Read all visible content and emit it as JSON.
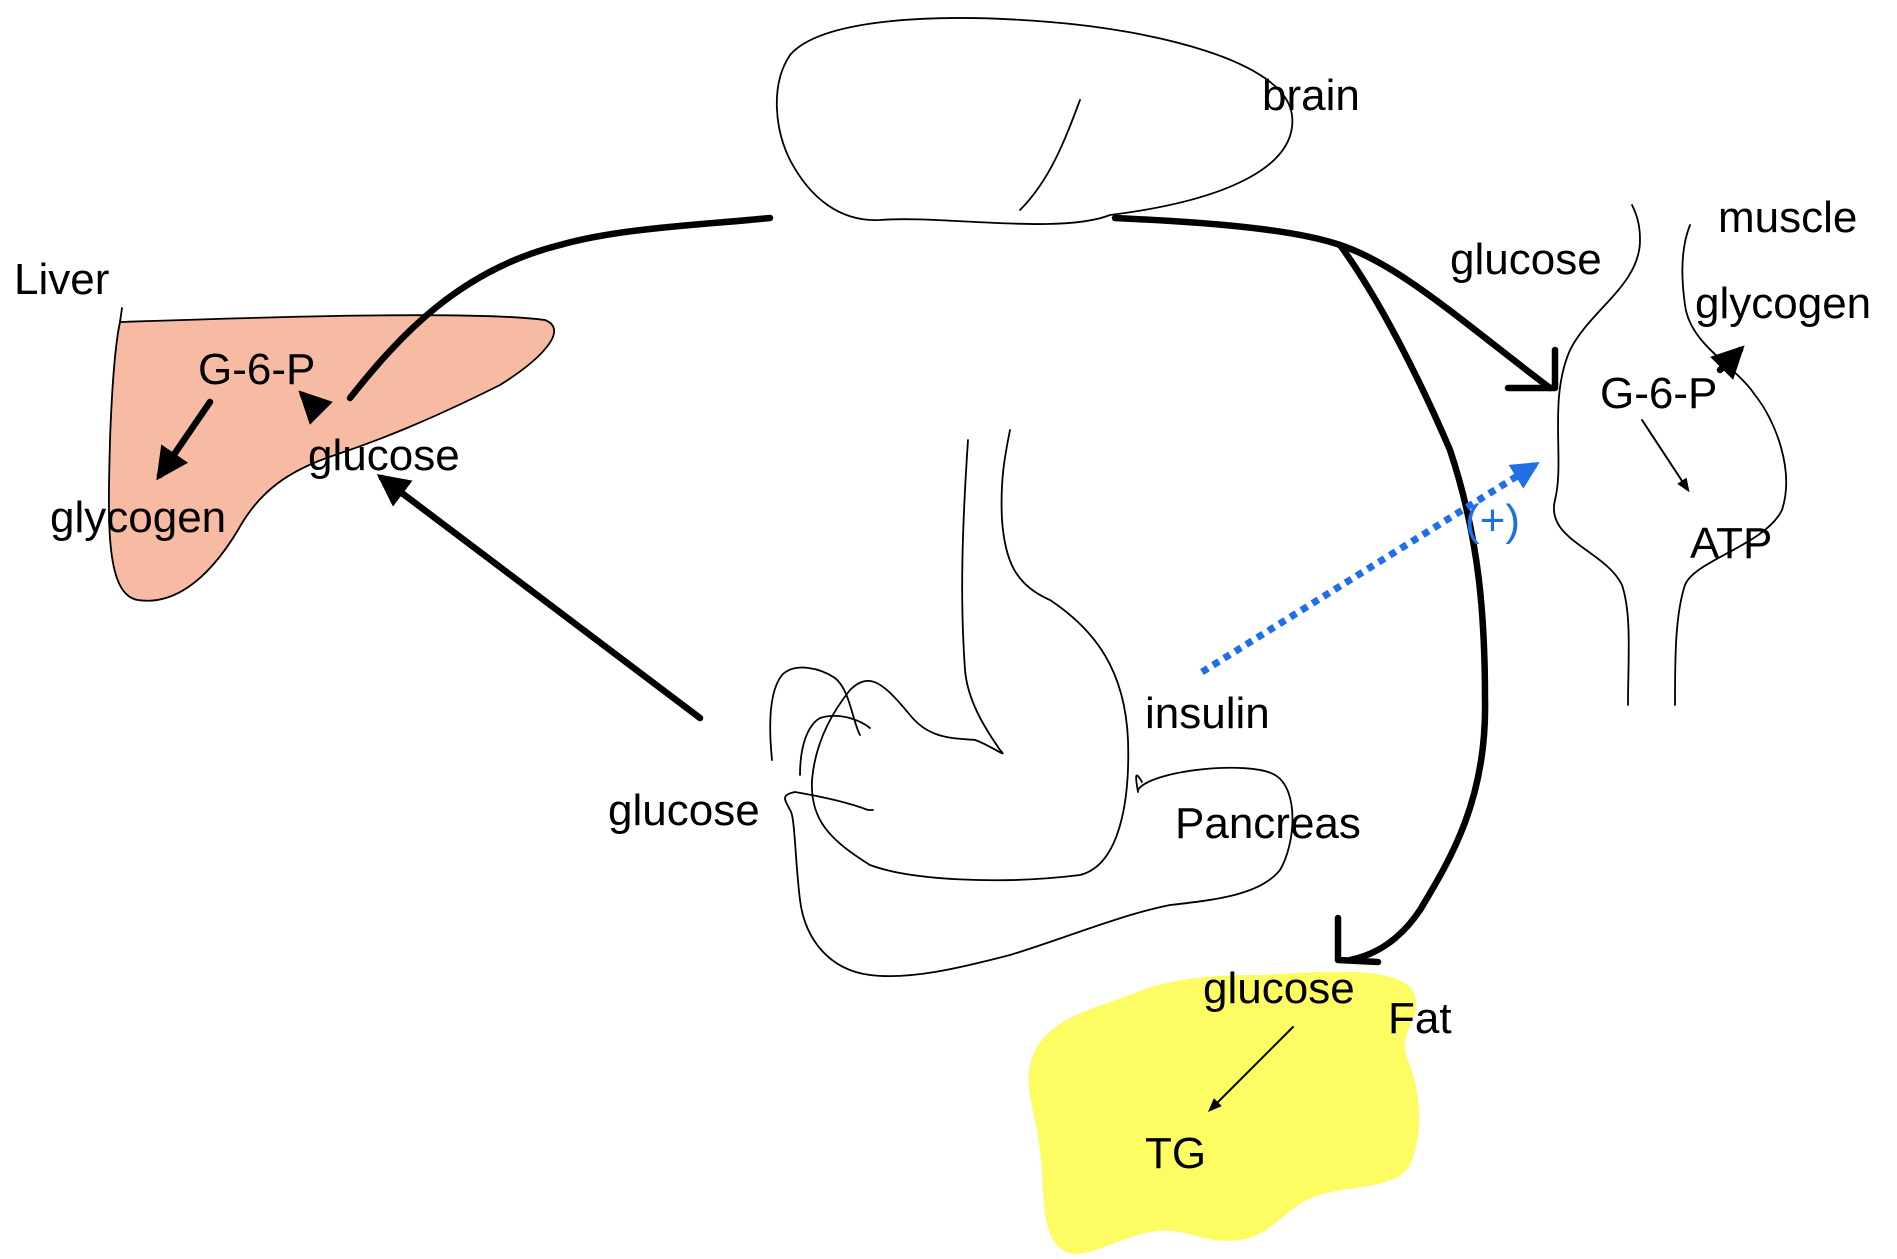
{
  "colors": {
    "liver_fill": "#f7bba3",
    "fat_fill": "#fdfc63",
    "insulin_arrow": "#1f6fe6",
    "ink": "#000000"
  },
  "labels": {
    "brain": "brain",
    "liver": "Liver",
    "liver_g6p": "G-6-P",
    "liver_glucose": "glucose",
    "liver_glycogen": "glycogen",
    "gut_glucose": "glucose",
    "insulin": "insulin",
    "pancreas": "Pancreas",
    "muscle_glucose": "glucose",
    "muscle": "muscle",
    "muscle_glycogen": "glycogen",
    "muscle_g6p": "G-6-P",
    "muscle_atp": "ATP",
    "insulin_effect": "(+)",
    "fat_glucose": "glucose",
    "fat": "Fat",
    "fat_tg": "TG"
  }
}
